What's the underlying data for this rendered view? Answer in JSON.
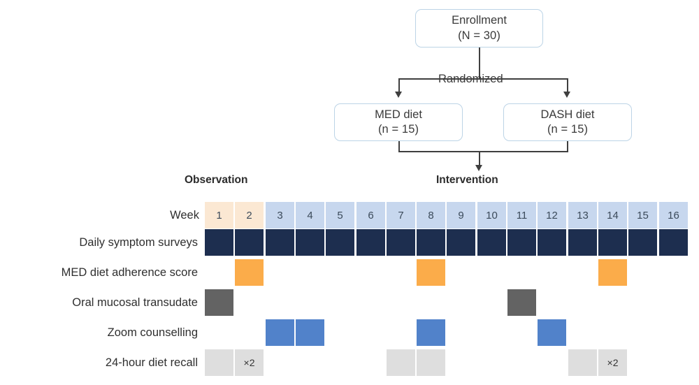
{
  "flow": {
    "enrollment": {
      "title": "Enrollment",
      "subtitle": "(N = 30)"
    },
    "randomized_label": "Randomized",
    "arms": [
      {
        "title": "MED diet",
        "subtitle": "(n = 15)"
      },
      {
        "title": "DASH diet",
        "subtitle": "(n = 15)"
      }
    ]
  },
  "phases": [
    {
      "label": "Observation"
    },
    {
      "label": "Intervention"
    }
  ],
  "timeline": {
    "week_axis_label": "Week",
    "weeks": [
      "1",
      "2",
      "3",
      "4",
      "5",
      "6",
      "7",
      "8",
      "9",
      "10",
      "11",
      "12",
      "13",
      "14",
      "15",
      "16"
    ],
    "observation_weeks": [
      "1",
      "2"
    ],
    "intervention_weeks": [
      "3",
      "4",
      "5",
      "6",
      "7",
      "8",
      "9",
      "10",
      "11",
      "12",
      "13",
      "14",
      "15",
      "16"
    ],
    "rows": [
      {
        "label": "Daily symptom surveys",
        "color": "#1d2e4f",
        "style": "c-navy",
        "weeks": [
          1,
          2,
          3,
          4,
          5,
          6,
          7,
          8,
          9,
          10,
          11,
          12,
          13,
          14,
          15,
          16
        ],
        "notes": {}
      },
      {
        "label": "MED diet adherence score",
        "color": "#fbac4a",
        "style": "c-orange",
        "weeks": [
          2,
          8,
          14
        ],
        "notes": {}
      },
      {
        "label": "Oral mucosal transudate",
        "color": "#636363",
        "style": "c-gray",
        "weeks": [
          1,
          11
        ],
        "notes": {}
      },
      {
        "label": "Zoom counselling",
        "color": "#5182ca",
        "style": "c-blue",
        "weeks": [
          3,
          4,
          8,
          12
        ],
        "notes": {}
      },
      {
        "label": "24-hour diet recall",
        "color": "#dedede",
        "style": "c-lgray",
        "weeks": [
          1,
          2,
          7,
          8,
          13,
          14
        ],
        "notes": {
          "2": "×2",
          "14": "×2"
        }
      }
    ]
  },
  "colors": {
    "navy": "#1d2e4f",
    "orange": "#fbac4a",
    "gray": "#636363",
    "blue": "#5182ca",
    "light_gray": "#dedede",
    "header_observation": "#fbe8d3",
    "header_intervention": "#c7d7ee",
    "box_border": "#bcd4e6",
    "connector": "#3f3f3f"
  }
}
